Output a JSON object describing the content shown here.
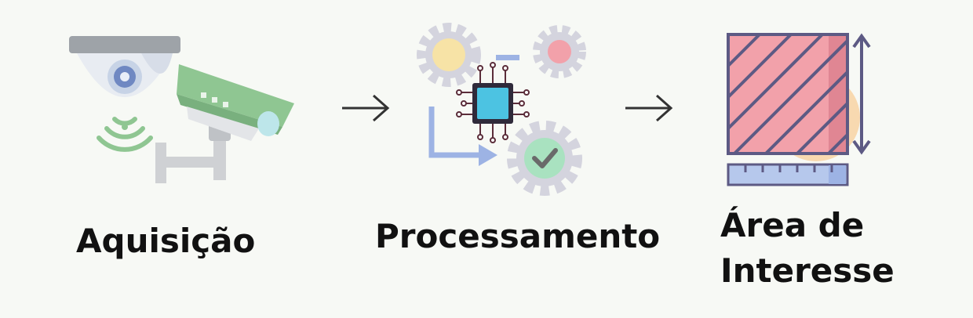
{
  "steps": [
    {
      "label": "Aquisição",
      "icon": "security-camera-icon"
    },
    {
      "label": "Processamento",
      "icon": "gears-processor-icon"
    },
    {
      "label_line1": "Área de",
      "label_line2": "Interesse",
      "icon": "hatched-area-icon"
    }
  ],
  "connectors": [
    "arrow-right-icon",
    "arrow-right-icon"
  ],
  "colors": {
    "text": "#111111",
    "arrow": "#333333",
    "gear": "#d4d4de",
    "camera_green": "#8fc692",
    "area_pink": "#f2a1aa",
    "area_outline": "#5d5a84",
    "ruler_blue": "#b6c8ec"
  }
}
